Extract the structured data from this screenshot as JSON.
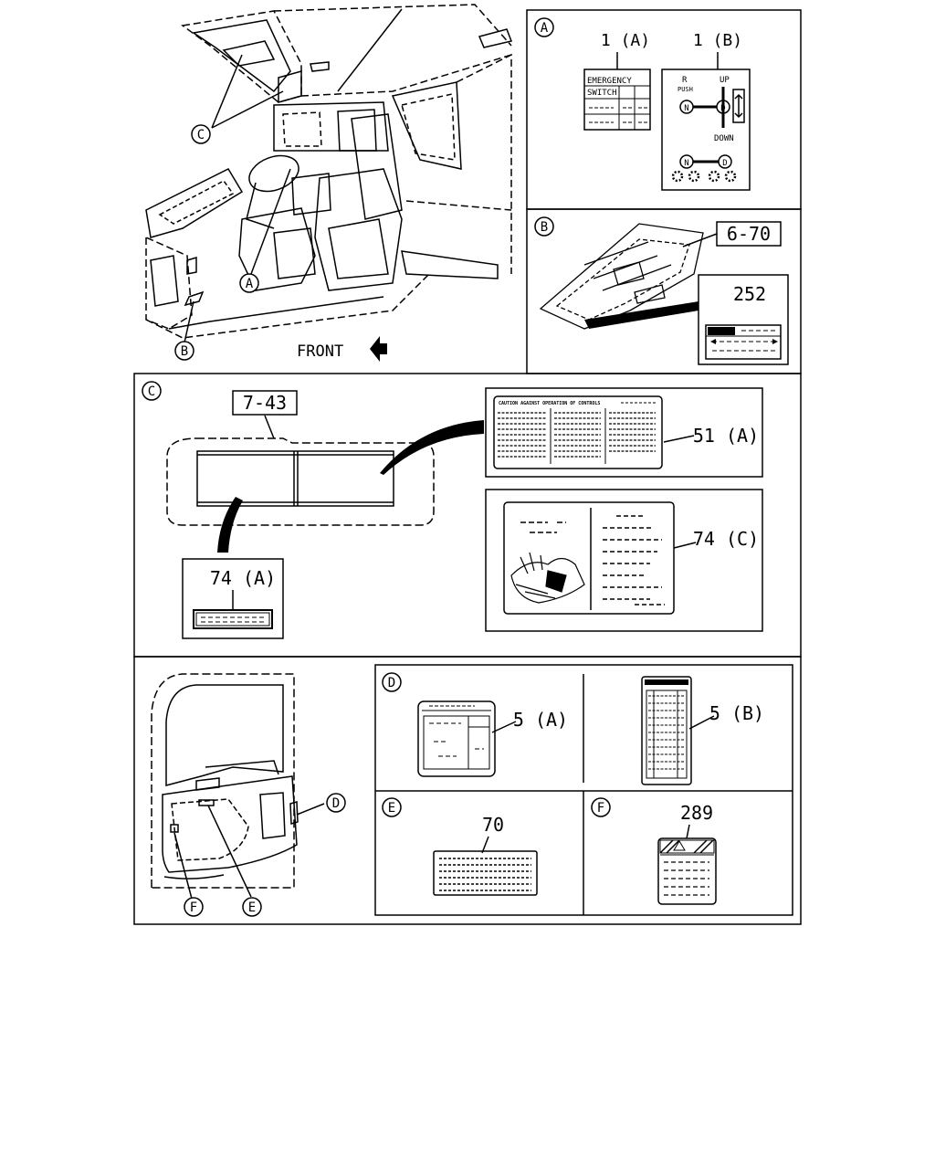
{
  "direction_label": "FRONT",
  "location_markers": {
    "a": "A",
    "b": "B",
    "c": "C",
    "d": "D",
    "e": "E",
    "f": "F"
  },
  "detail_a": {
    "marker": "A",
    "part_1a": "1 (A)",
    "part_1b": "1 (B)",
    "switch_line1": "EMERGENCY",
    "switch_line2": "SWITCH",
    "shift_r": "R",
    "shift_push": "PUSH",
    "shift_up": "UP",
    "shift_down": "DOWN",
    "shift_n": "N",
    "shift_d": "D"
  },
  "detail_b": {
    "marker": "B",
    "ref": "6-70",
    "part_252": "252"
  },
  "detail_c": {
    "marker": "C",
    "ref": "7-43",
    "part_51a": "51 (A)",
    "part_74a": "74 (A)",
    "part_74c": "74 (C)",
    "caution_title": "CAUTION AGAINST OPERATION OF CONTROLS"
  },
  "detail_d": {
    "marker": "D",
    "part_5a": "5 (A)",
    "part_5b": "5 (B)"
  },
  "detail_e": {
    "marker": "E",
    "part_70": "70"
  },
  "detail_f": {
    "marker": "F",
    "part_289": "289"
  }
}
